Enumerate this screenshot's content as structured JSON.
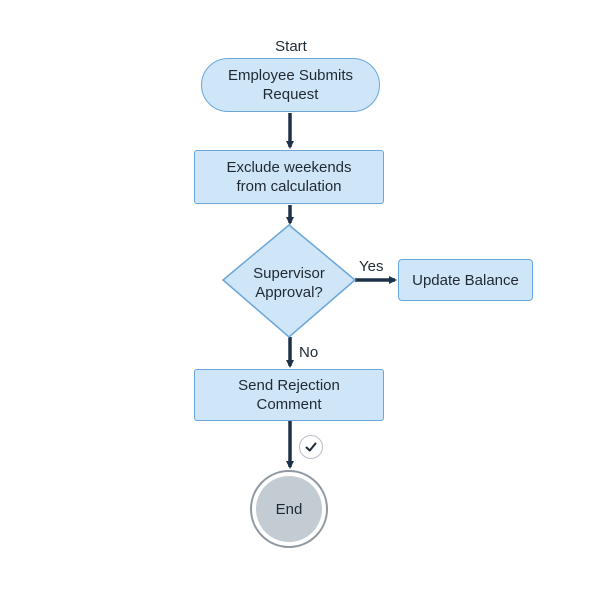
{
  "diagram": {
    "start_label": "Start",
    "nodes": {
      "submit_request": {
        "line1": "Employee Submits",
        "line2": "Request"
      },
      "exclude_weekends": {
        "line1": "Exclude weekends",
        "line2": "from calculation"
      },
      "supervisor_approval": {
        "line1": "Supervisor",
        "line2": "Approval?"
      },
      "update_balance": {
        "label": "Update Balance"
      },
      "send_rejection": {
        "label": "Send Rejection Comment"
      },
      "end": {
        "label": "End"
      }
    },
    "edges": {
      "yes_label": "Yes",
      "no_label": "No"
    },
    "icons": {
      "checkmark": "check-circle-icon"
    },
    "colors": {
      "node_fill": "#cfe6f8",
      "node_border": "#6aa6da",
      "arrow": "#1d3148",
      "end_fill": "#c3cbd3",
      "end_ring": "#8f98a1"
    }
  }
}
